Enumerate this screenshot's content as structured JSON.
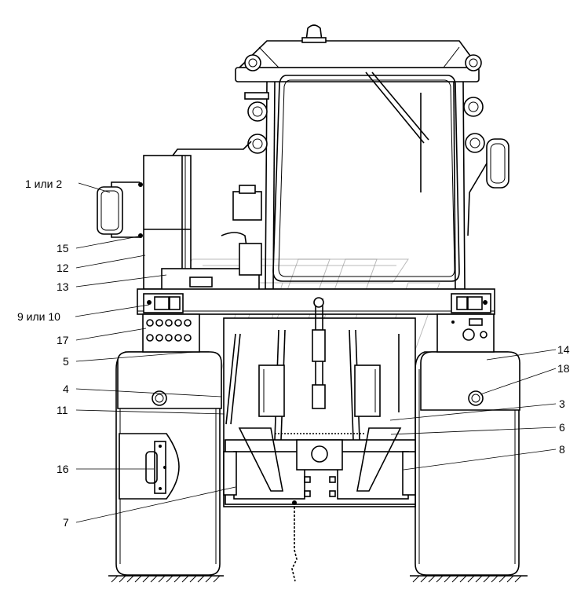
{
  "callouts": [
    {
      "id": "c1",
      "label": "1 или 2"
    },
    {
      "id": "c15",
      "label": "15"
    },
    {
      "id": "c12",
      "label": "12"
    },
    {
      "id": "c13",
      "label": "13"
    },
    {
      "id": "c9",
      "label": "9 или 10"
    },
    {
      "id": "c17",
      "label": "17"
    },
    {
      "id": "c5",
      "label": "5"
    },
    {
      "id": "c4",
      "label": "4"
    },
    {
      "id": "c11",
      "label": "11"
    },
    {
      "id": "c16",
      "label": "16"
    },
    {
      "id": "c7",
      "label": "7"
    },
    {
      "id": "c14",
      "label": "14"
    },
    {
      "id": "c18",
      "label": "18"
    },
    {
      "id": "c3",
      "label": "3"
    },
    {
      "id": "c6",
      "label": "6"
    },
    {
      "id": "c8",
      "label": "8"
    }
  ]
}
